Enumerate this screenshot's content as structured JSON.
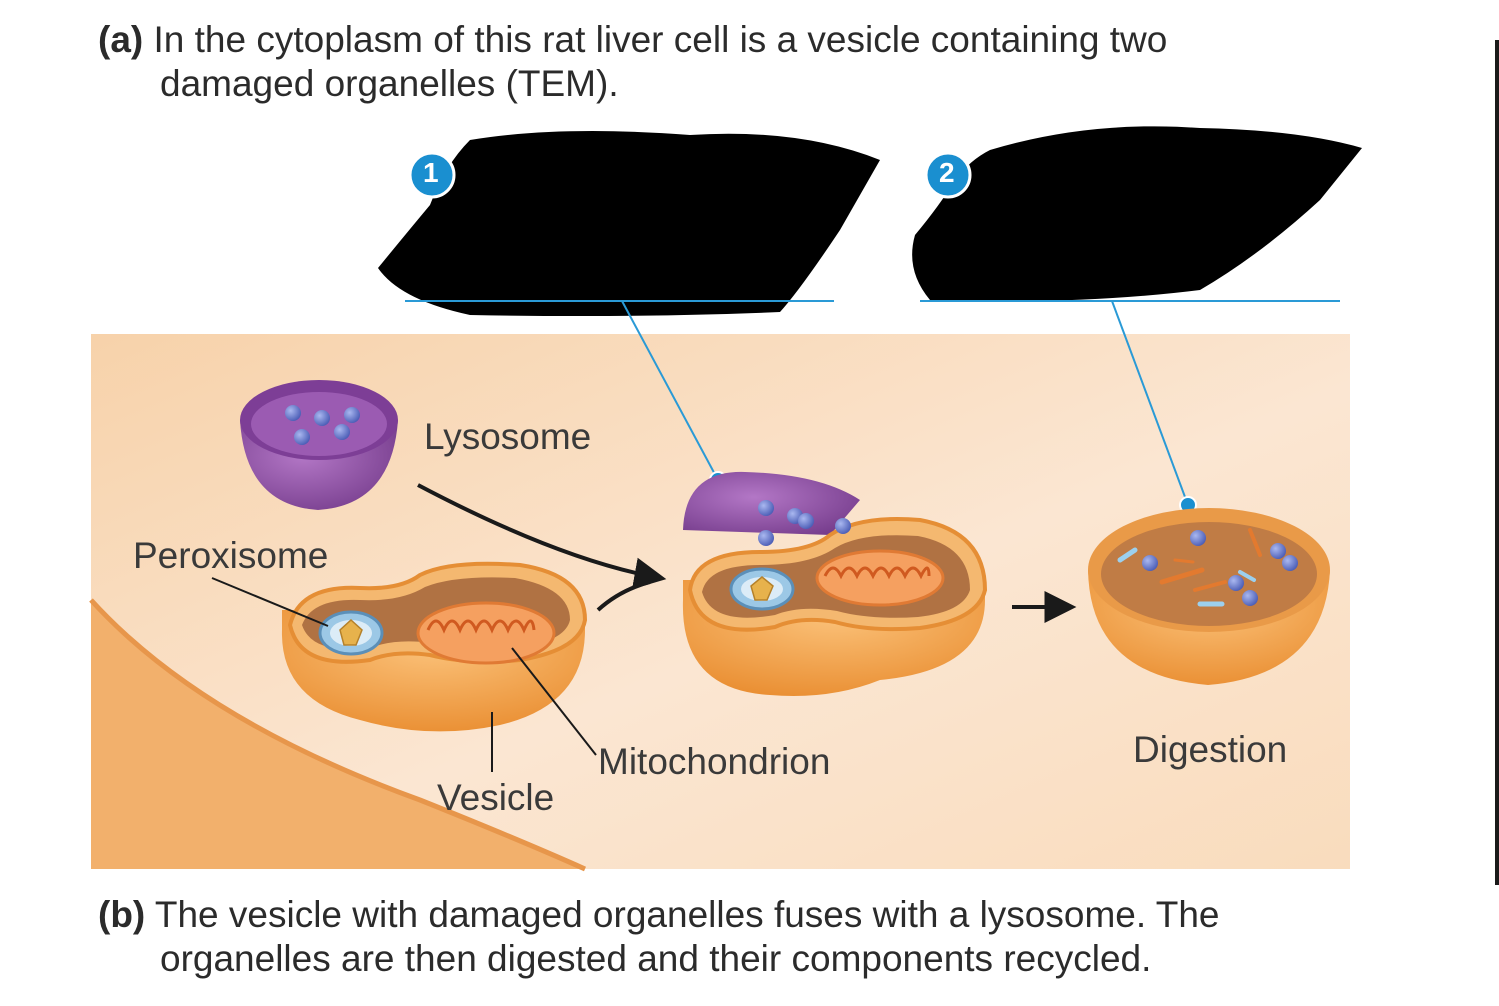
{
  "caption_a": {
    "tag": "(a)",
    "line1": "In the cytoplasm of this rat liver cell is a vesicle containing two",
    "line2": "damaged organelles (TEM)."
  },
  "caption_b": {
    "tag": "(b)",
    "line1": "The vesicle with damaged organelles fuses with a lysosome. The",
    "line2": "organelles are then digested and their components recycled."
  },
  "steps": [
    {
      "number": "1",
      "text": ""
    },
    {
      "number": "2",
      "text": ""
    }
  ],
  "labels": {
    "lysosome": "Lysosome",
    "peroxisome": "Peroxisome",
    "mitochondrion": "Mitochondrion",
    "vesicle": "Vesicle",
    "digestion": "Digestion"
  },
  "colors": {
    "step_badge": "#1a8fd0",
    "leader_line": "#2a9ad6",
    "background_panel": "#f6d4b0",
    "lysosome": "#8e4fa3",
    "vesicle": "#f2a24e",
    "mitochondrion": "#ee7a3a",
    "peroxisome": "#9cc8e6",
    "redaction": "#000000"
  }
}
